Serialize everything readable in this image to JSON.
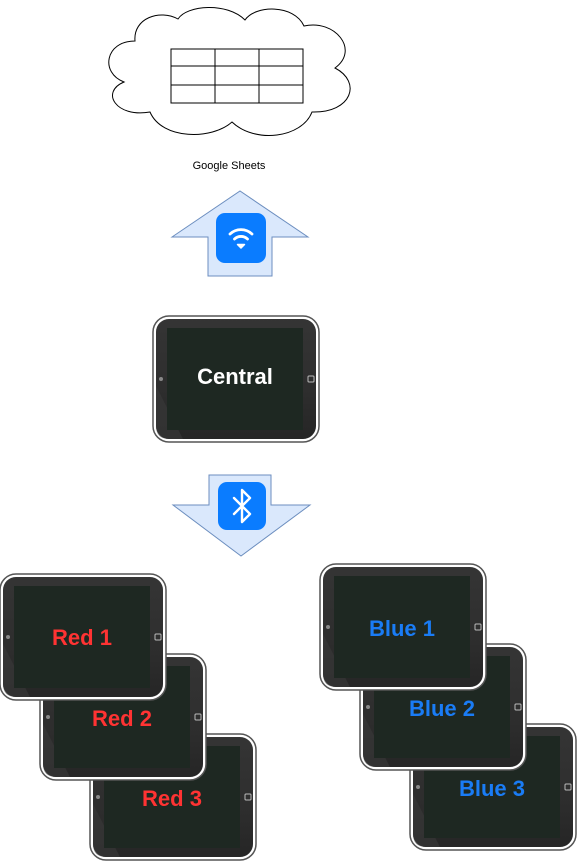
{
  "cloud": {
    "caption": "Google Sheets"
  },
  "central": {
    "label": "Central"
  },
  "red_group": {
    "color": "#ff3333",
    "labels": [
      "Red 1",
      "Red 2",
      "Red 3"
    ]
  },
  "blue_group": {
    "color": "#1a7cf5",
    "labels": [
      "Blue 1",
      "Blue 2",
      "Blue 3"
    ]
  },
  "colors": {
    "arrow_fill": "#dae8fc",
    "arrow_stroke": "#6c8ebf",
    "icon_badge": "#0a7cff",
    "tablet_screen": "#1e2822"
  },
  "icons": {
    "upload": "wifi-icon",
    "download": "bluetooth-icon"
  }
}
